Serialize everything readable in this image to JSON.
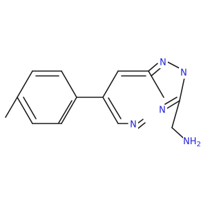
{
  "molecule": {
    "colors": {
      "bond": "#1a1a1a",
      "nitrogen": "#2020d8",
      "background": "#ffffff"
    },
    "labels": {
      "n_top": "N",
      "n_right": "N",
      "n_bridge": "N",
      "n_ring": "N",
      "amine": "NH",
      "amine_sub": "2"
    }
  }
}
